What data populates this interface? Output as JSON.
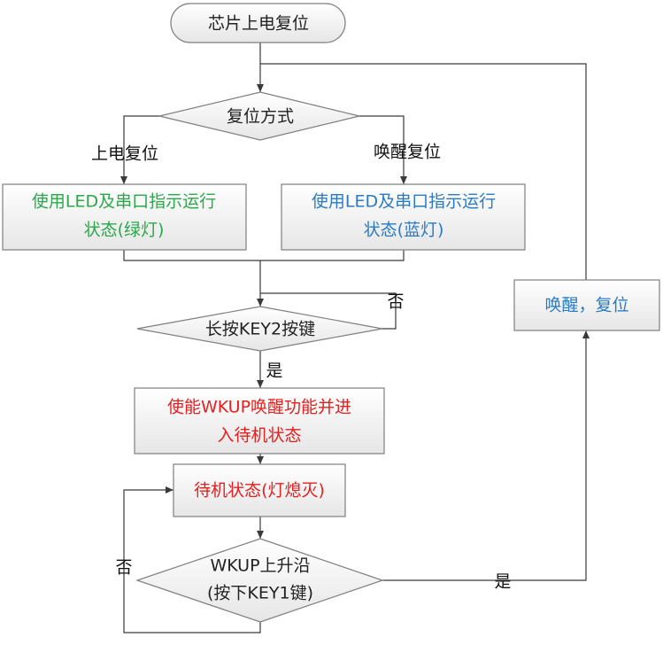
{
  "nodes": {
    "start": "芯片上电复位",
    "decision_reset_mode": "复位方式",
    "box_led_green": {
      "line1": "使用LED及串口指示运行",
      "line2": "状态(绿灯)"
    },
    "box_led_blue": {
      "line1": "使用LED及串口指示运行",
      "line2": "状态(蓝灯)"
    },
    "decision_key2": "长按KEY2按键",
    "box_enable_wkup": {
      "line1": "使能WKUP唤醒功能并进",
      "line2": "入待机状态"
    },
    "box_standby": "待机状态(灯熄灭)",
    "decision_wkup": {
      "line1": "WKUP上升沿",
      "line2": "(按下KEY1键)"
    },
    "box_wakeup_reset": "唤醒，复位"
  },
  "edges": {
    "poweron_reset": "上电复位",
    "wakeup_reset": "唤醒复位",
    "key2_no": "否",
    "key2_yes": "是",
    "wkup_no": "否",
    "wkup_yes": "是"
  },
  "colors": {
    "green_text": "#2aa84a",
    "blue_text": "#2a7bc4",
    "red_text": "#e62020",
    "dark_text": "#222222"
  }
}
